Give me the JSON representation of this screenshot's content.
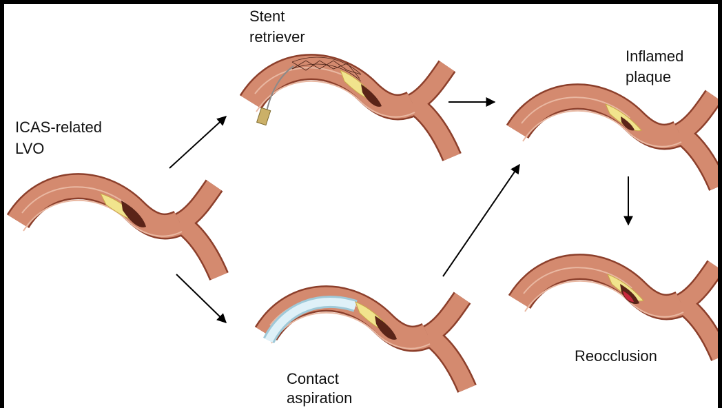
{
  "labels": {
    "icas_line1": "ICAS-related",
    "icas_line2": "LVO",
    "stent_line1": "Stent",
    "stent_line2": "retriever",
    "inflamed_line1": "Inflamed",
    "inflamed_line2": "plaque",
    "contact_line1": "Contact",
    "contact_line2": "aspiration",
    "reocclusion": "Reocclusion"
  },
  "colors": {
    "vessel_wall": "#b1553b",
    "vessel_lumen": "#d48a6f",
    "plaque": "#f1e48d",
    "thrombus": "#5a2418",
    "red_thrombus": "#c8283d",
    "catheter": "#c9e8f4",
    "stent_tube": "#cbb068",
    "arrow": "#000000",
    "background": "#ffffff"
  }
}
